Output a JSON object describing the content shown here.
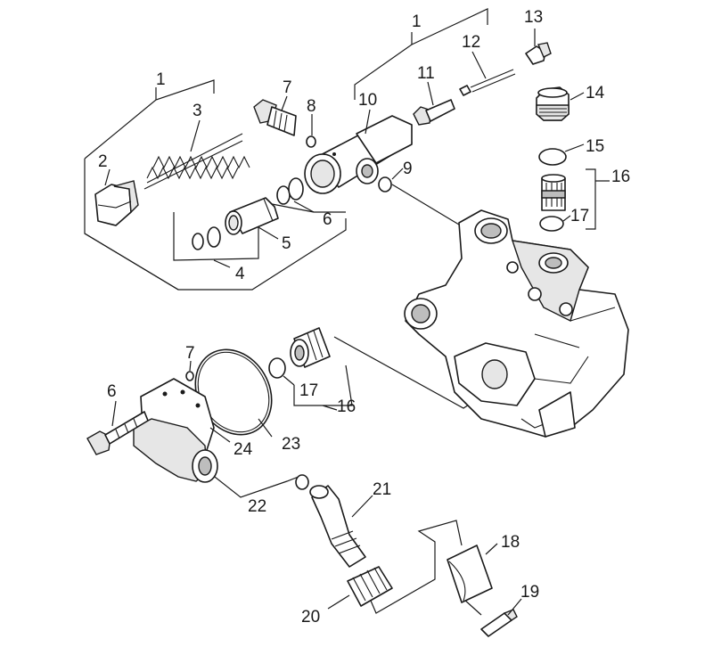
{
  "callouts": [
    {
      "id": "label-1a",
      "text": "1"
    },
    {
      "id": "label-1b",
      "text": "1"
    },
    {
      "id": "label-2",
      "text": "2"
    },
    {
      "id": "label-3",
      "text": "3"
    },
    {
      "id": "label-4",
      "text": "4"
    },
    {
      "id": "label-5",
      "text": "5"
    },
    {
      "id": "label-6a",
      "text": "6"
    },
    {
      "id": "label-6b",
      "text": "6"
    },
    {
      "id": "label-7a",
      "text": "7"
    },
    {
      "id": "label-7b",
      "text": "7"
    },
    {
      "id": "label-8",
      "text": "8"
    },
    {
      "id": "label-9",
      "text": "9"
    },
    {
      "id": "label-10",
      "text": "10"
    },
    {
      "id": "label-11",
      "text": "11"
    },
    {
      "id": "label-12",
      "text": "12"
    },
    {
      "id": "label-13",
      "text": "13"
    },
    {
      "id": "label-14",
      "text": "14"
    },
    {
      "id": "label-15",
      "text": "15"
    },
    {
      "id": "label-16a",
      "text": "16"
    },
    {
      "id": "label-16b",
      "text": "16"
    },
    {
      "id": "label-17a",
      "text": "17"
    },
    {
      "id": "label-17b",
      "text": "17"
    },
    {
      "id": "label-18",
      "text": "18"
    },
    {
      "id": "label-19",
      "text": "19"
    },
    {
      "id": "label-20",
      "text": "20"
    },
    {
      "id": "label-21",
      "text": "21"
    },
    {
      "id": "label-22",
      "text": "22"
    },
    {
      "id": "label-23",
      "text": "23"
    },
    {
      "id": "label-24",
      "text": "24"
    }
  ]
}
